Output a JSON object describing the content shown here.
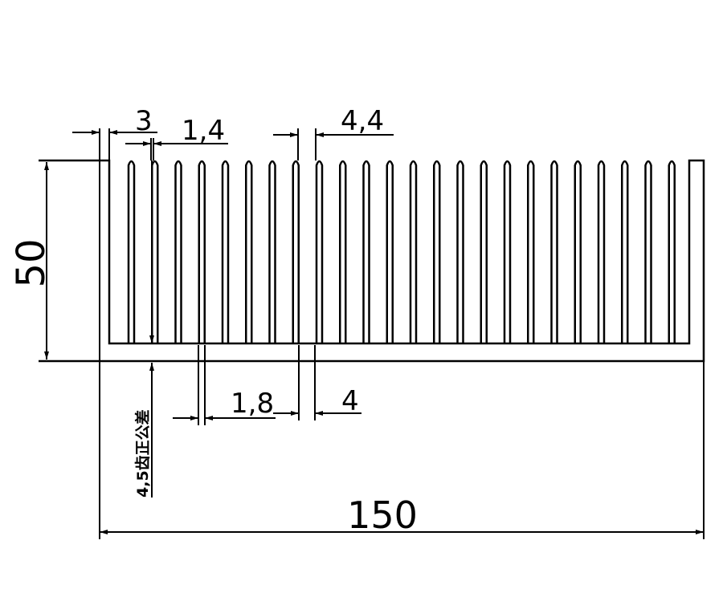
{
  "drawing": {
    "type": "heatsink-profile",
    "fin_count": 24,
    "dimensions": {
      "base_thickness": "3",
      "fin_tip": "1,4",
      "fin_pitch": "4,4",
      "height": "50",
      "fin_root": "1,8",
      "gap": "4",
      "width": "150",
      "note": "4,5齿正公差"
    }
  }
}
